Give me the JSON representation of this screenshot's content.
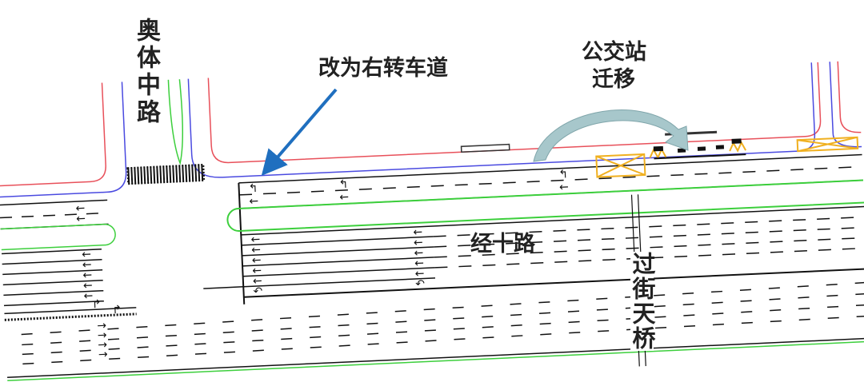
{
  "labels": {
    "north_road": "奥体中路",
    "right_turn": "改为右转车道",
    "bus_stop_line1": "公交站",
    "bus_stop_line2": "迁移",
    "main_road": "经十路",
    "overpass": "过街天桥"
  },
  "colors": {
    "red_line": "#e8505a",
    "blue_line": "#4a4ae0",
    "green_line": "#3ccf3c",
    "callout_arrow": "#1f6fbf",
    "relocation_arrow": "#9fc3c8",
    "bus_stop_box": "#f0b020"
  }
}
